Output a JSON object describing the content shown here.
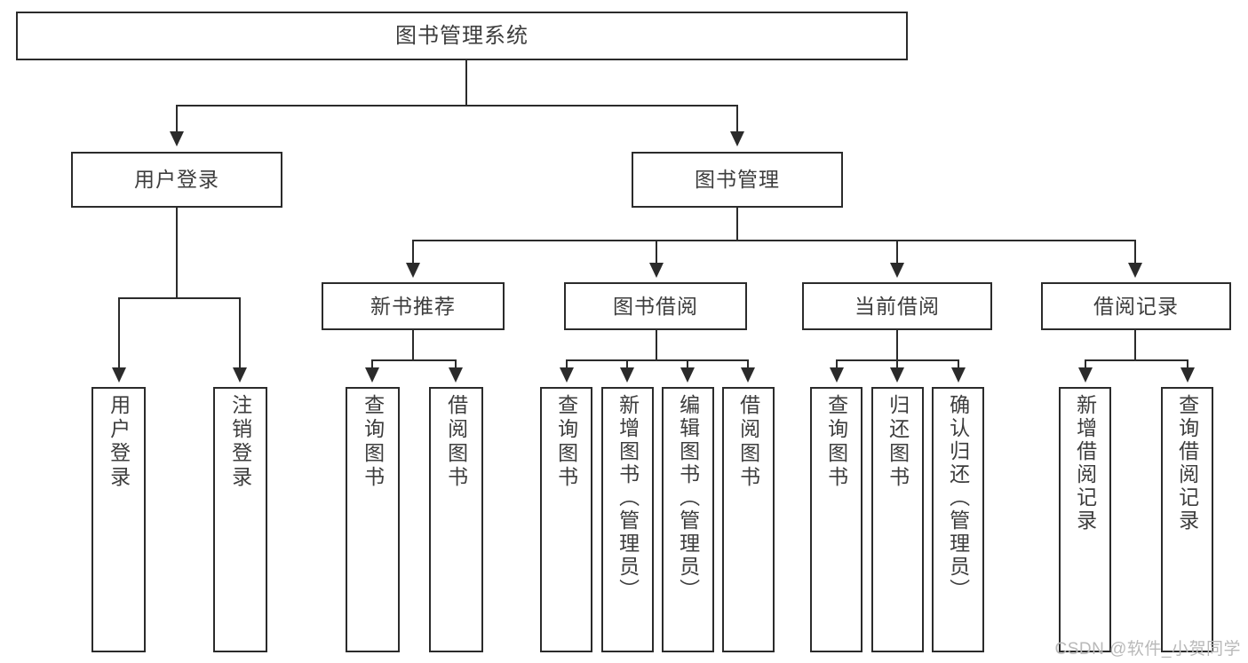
{
  "diagram": {
    "title": "图书管理系统",
    "type": "tree",
    "root": {
      "label": "图书管理系统"
    },
    "level2": [
      {
        "label": "用户登录"
      },
      {
        "label": "图书管理"
      }
    ],
    "level3": [
      {
        "label": "新书推荐"
      },
      {
        "label": "图书借阅"
      },
      {
        "label": "当前借阅"
      },
      {
        "label": "借阅记录"
      }
    ],
    "leaves": {
      "user_login": [
        {
          "label": "用户登录"
        },
        {
          "label": "注销登录"
        }
      ],
      "new_book_recommend": [
        {
          "label": "查询图书"
        },
        {
          "label": "借阅图书"
        }
      ],
      "book_borrow": [
        {
          "label": "查询图书"
        },
        {
          "label": "新增图书（管理员）"
        },
        {
          "label": "编辑图书（管理员）"
        },
        {
          "label": "借阅图书"
        }
      ],
      "current_borrow": [
        {
          "label": "查询图书"
        },
        {
          "label": "归还图书"
        },
        {
          "label": "确认归还（管理员）"
        }
      ],
      "borrow_record": [
        {
          "label": "新增借阅记录"
        },
        {
          "label": "查询借阅记录"
        }
      ]
    }
  },
  "watermark": {
    "text": "CSDN @软件_小贺同学"
  },
  "colors": {
    "stroke": "#2b2b2b",
    "text": "#3d3d3d",
    "background": "#ffffff",
    "watermark": "#b9b9b9"
  }
}
